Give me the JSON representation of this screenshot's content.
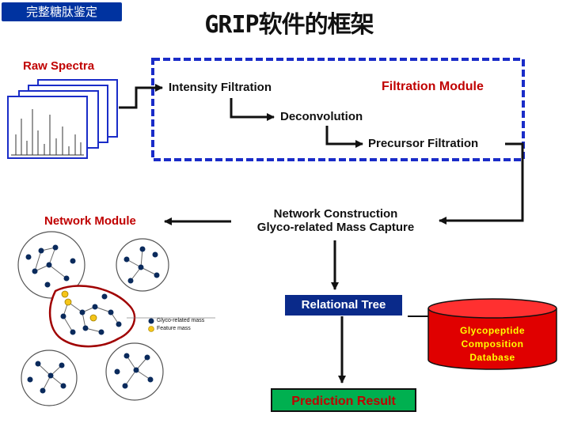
{
  "header": {
    "tag_label": "完整糖肽鉴定",
    "title": "GRIP软件的框架"
  },
  "raw_spectra": {
    "label": "Raw Spectra"
  },
  "filtration": {
    "module_label": "Filtration Module",
    "steps": [
      "Intensity Filtration",
      "Deconvolution",
      "Precursor Filtration"
    ]
  },
  "network": {
    "module_label": "Network Module",
    "construction_line1": "Network Construction",
    "construction_line2": "Glyco-related Mass Capture",
    "legend": [
      "Glyco-related mass",
      "Feature mass"
    ]
  },
  "relational_tree": {
    "label": "Relational Tree"
  },
  "database": {
    "line1": "Glycopeptide",
    "line2": "Composition",
    "line3": "Database"
  },
  "prediction": {
    "label": "Prediction Result"
  },
  "colors": {
    "dashed_border": "#1a2cc8",
    "node_dark": "#0a2a5c",
    "node_glyco": "#f5c518",
    "highlight_border": "#a00000",
    "database_red": "#e00000",
    "prediction_green": "#00b050"
  }
}
